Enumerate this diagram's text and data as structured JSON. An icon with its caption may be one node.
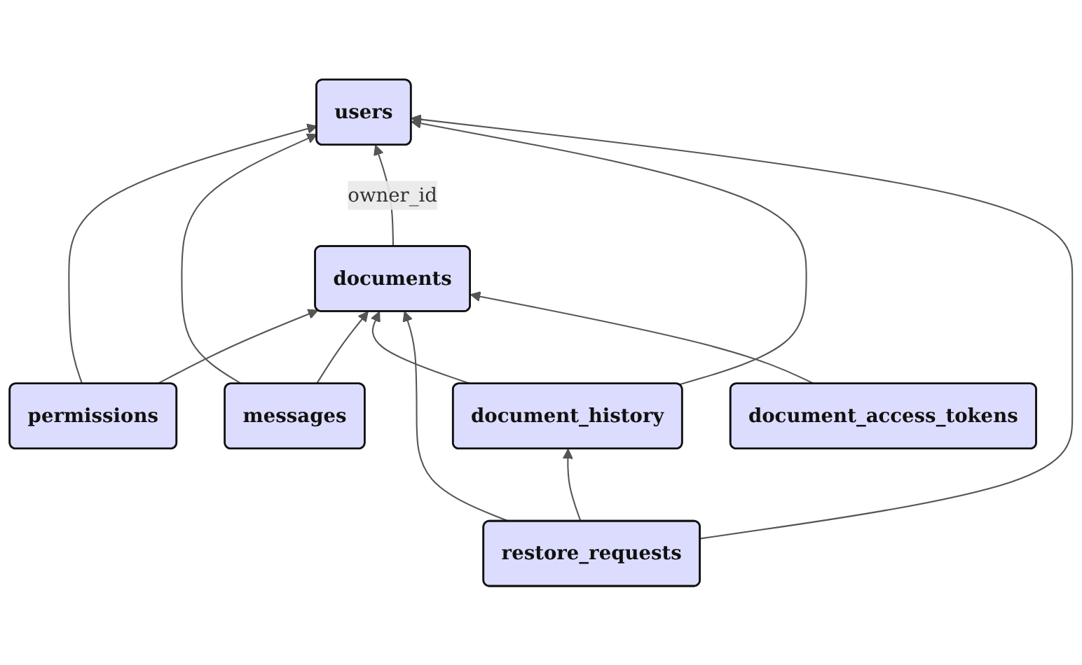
{
  "diagram": {
    "nodes": [
      {
        "text": [
          "permissions"
        ]
      },
      {
        "text": [
          "users"
        ]
      },
      {
        "text": [
          "messages"
        ]
      },
      {
        "text": [
          "documents"
        ]
      },
      {
        "text": [
          "document_history"
        ]
      },
      {
        "text": [
          "document_access_tokens"
        ]
      },
      {
        "text": [
          "restore_requests"
        ]
      }
    ],
    "edges": [
      {
        "from": 0,
        "to": 1,
        "arrow": "to"
      },
      {
        "from": 0,
        "to": 3,
        "arrow": "to"
      },
      {
        "from": 2,
        "to": 1,
        "arrow": "to"
      },
      {
        "from": 2,
        "to": 3,
        "arrow": "to"
      },
      {
        "from": 3,
        "to": 1,
        "arrow": "to",
        "label": "owner_id"
      },
      {
        "from": 4,
        "to": 1,
        "arrow": "to"
      },
      {
        "from": 4,
        "to": 3,
        "arrow": "to"
      },
      {
        "from": 6,
        "to": 1,
        "arrow": "to"
      },
      {
        "from": 6,
        "to": 4,
        "arrow": "to"
      },
      {
        "from": 6,
        "to": 3,
        "arrow": "to"
      },
      {
        "from": 5,
        "to": 3,
        "arrow": "to"
      }
    ]
  }
}
